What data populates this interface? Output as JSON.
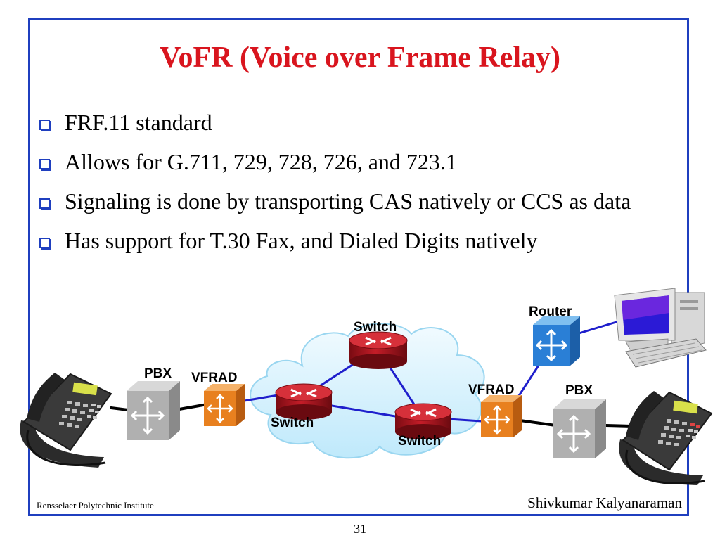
{
  "slide": {
    "title": "VoFR (Voice over Frame Relay)",
    "bullets": [
      "FRF.11 standard",
      "Allows for G.711, 729, 728, 726, and 723.1",
      "Signaling is done by transporting CAS natively or CCS as data",
      "Has support for T.30 Fax, and Dialed Digits natively"
    ],
    "footer_left": "Rensselaer Polytechnic Institute",
    "footer_right": "Shivkumar Kalyanaraman",
    "page_number": "31"
  },
  "diagram": {
    "labels": {
      "router": "Router",
      "switch_top": "Switch",
      "switch_left": "Switch",
      "switch_right": "Switch",
      "pbx_left": "PBX",
      "pbx_right": "PBX",
      "vfrad_left": "VFRAD",
      "vfrad_right": "VFRAD"
    },
    "icons": [
      "phone-icon",
      "pbx-switch-icon",
      "vfrad-icon",
      "router-icon",
      "cloud-icon",
      "computer-icon"
    ],
    "colors": {
      "title": "#d9151e",
      "frame": "#1f3fbf",
      "link_blue": "#1f1fcc",
      "link_black": "#000000",
      "switch_red": "#b3151f",
      "vfrad_orange": "#e8801f",
      "router_blue": "#2a7fd6",
      "pbx_gray": "#b0b0b0",
      "cloud": "#cfeefc"
    }
  }
}
